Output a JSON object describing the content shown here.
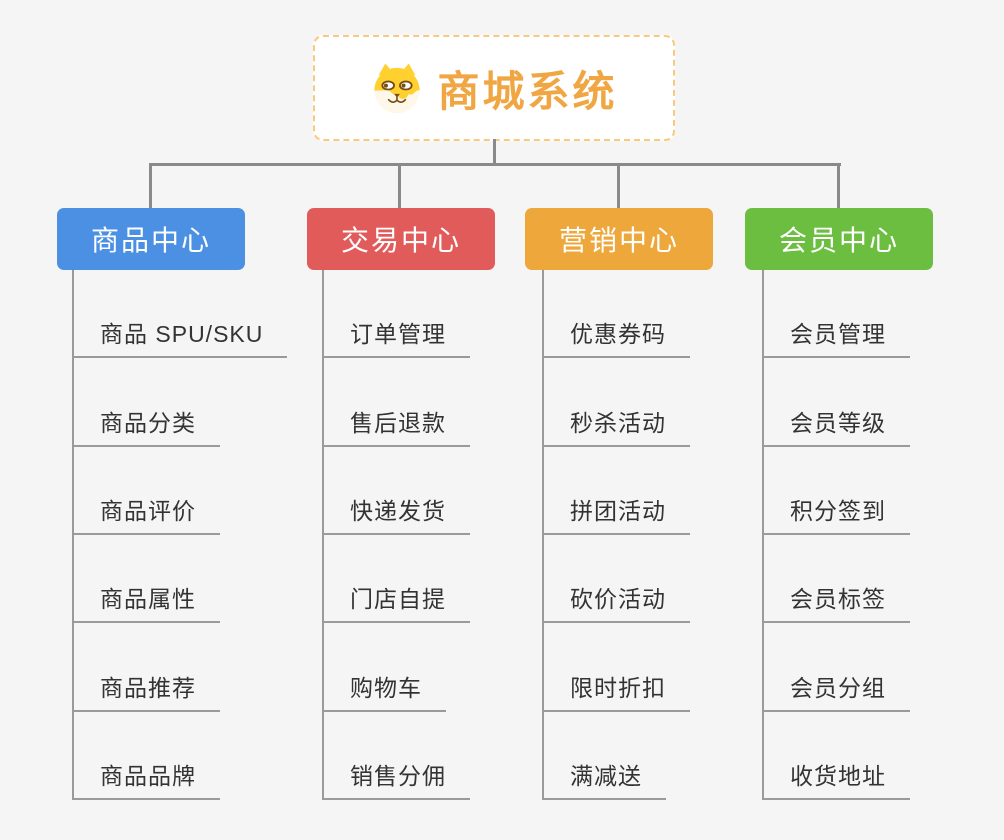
{
  "root": {
    "title": "商城系统",
    "icon": "shiba-dog-icon"
  },
  "branches": [
    {
      "label": "商品中心",
      "color": "#4b90e2",
      "children": [
        "商品 SPU/SKU",
        "商品分类",
        "商品评价",
        "商品属性",
        "商品推荐",
        "商品品牌"
      ]
    },
    {
      "label": "交易中心",
      "color": "#e25b5b",
      "children": [
        "订单管理",
        "售后退款",
        "快递发货",
        "门店自提",
        "购物车",
        "销售分佣"
      ]
    },
    {
      "label": "营销中心",
      "color": "#eda73b",
      "children": [
        "优惠券码",
        "秒杀活动",
        "拼团活动",
        "砍价活动",
        "限时折扣",
        "满减送"
      ]
    },
    {
      "label": "会员中心",
      "color": "#6cbe41",
      "children": [
        "会员管理",
        "会员等级",
        "积分签到",
        "会员标签",
        "会员分组",
        "收货地址"
      ]
    }
  ],
  "colors": {
    "background": "#f5f5f5",
    "connector": "#8a8a8a",
    "leaf_underline": "#9a9a9a",
    "root_title": "#f0a743",
    "root_border": "#f8ca7d",
    "leaf_text": "#333333"
  }
}
